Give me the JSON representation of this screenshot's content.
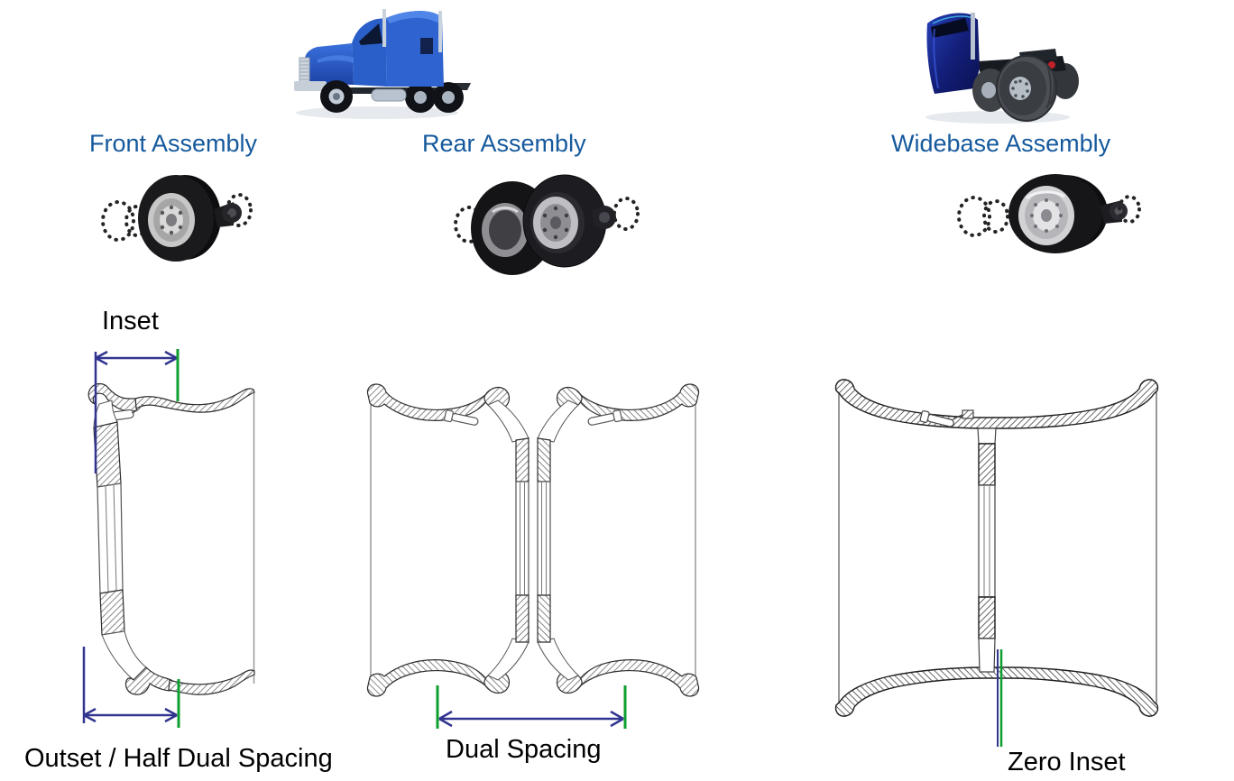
{
  "colors": {
    "assembly_label_blue": "#15599d",
    "dimension_label_black": "#000000",
    "dimension_arrow_navy": "#32358f",
    "reference_line_green": "#0f9f2f",
    "diagram_outline": "#2e2e2e",
    "background": "#ffffff",
    "truck_blue": "#2b5dc9"
  },
  "labels": {
    "front_assembly": "Front Assembly",
    "rear_assembly": "Rear Assembly",
    "widebase_assembly": "Widebase Assembly",
    "inset": "Inset",
    "outset_half_dual_spacing": "Outset / Half Dual Spacing",
    "dual_spacing": "Dual Spacing",
    "zero_inset": "Zero Inset"
  },
  "images": {
    "semi_truck": "blue-semi-truck-side-view",
    "rear_chassis_truck": "blue-tractor-rear-chassis-with-widebase-tires",
    "front_wheel_assembly": "single-steer-wheel-exploded-with-lug-nuts-and-hub",
    "rear_wheel_assembly": "dual-drive-wheels-exploded-with-lug-nuts-and-hub",
    "widebase_wheel_assembly": "widebase-wheel-exploded-with-lug-nuts-and-hub"
  },
  "diagrams": {
    "single_rim_cross_section": "rim-cross-section-with-inset-and-outset-dimensions",
    "dual_rim_cross_section": "dual-rim-cross-section-with-dual-spacing-dimension",
    "widebase_rim_cross_section": "widebase-rim-cross-section-with-zero-inset-line"
  }
}
